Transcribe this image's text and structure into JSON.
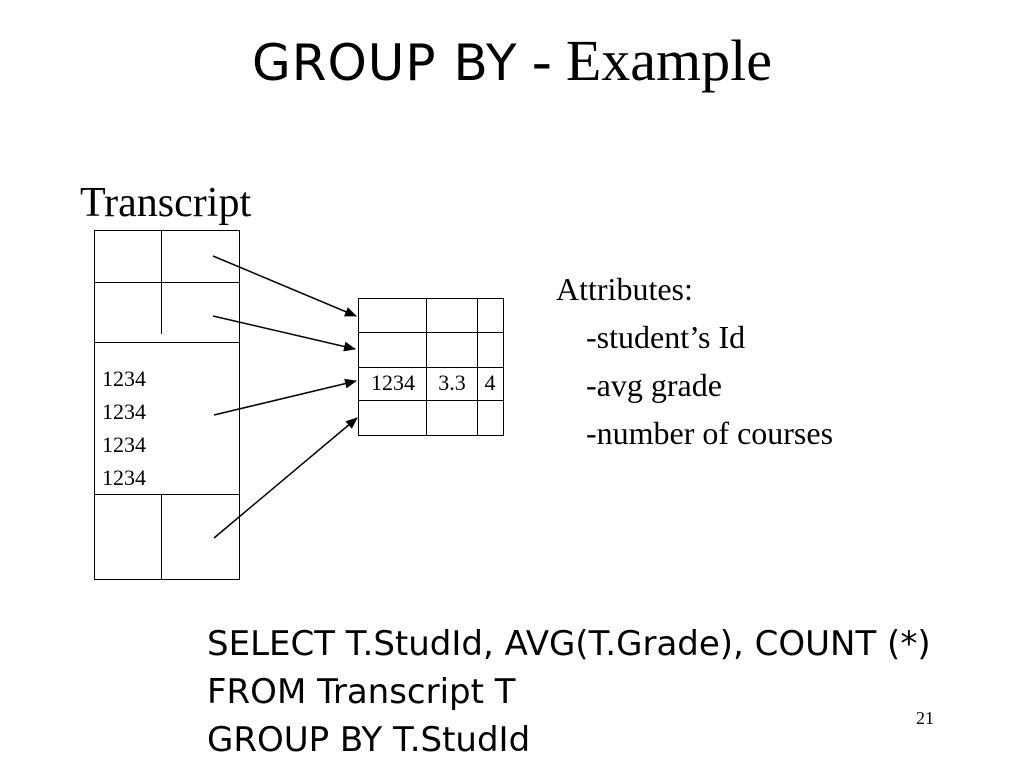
{
  "slide": {
    "title_main": "GROUP BY",
    "title_sub": " - Example",
    "table_label": "Transcript",
    "source_table": {
      "student_ids": [
        "1234",
        "1234",
        "1234",
        "1234"
      ]
    },
    "result_table": {
      "row": [
        "1234",
        "3.3",
        "4"
      ]
    },
    "attributes": {
      "heading": "Attributes:",
      "items": [
        "-student’s Id",
        "-avg grade",
        "-number of courses"
      ]
    },
    "query": {
      "line1": "SELECT T.StudId, AVG(T.Grade), COUNT (*)",
      "line2": "FROM Transcript T",
      "line3": "GROUP BY T.StudId"
    },
    "page_number": "21"
  }
}
